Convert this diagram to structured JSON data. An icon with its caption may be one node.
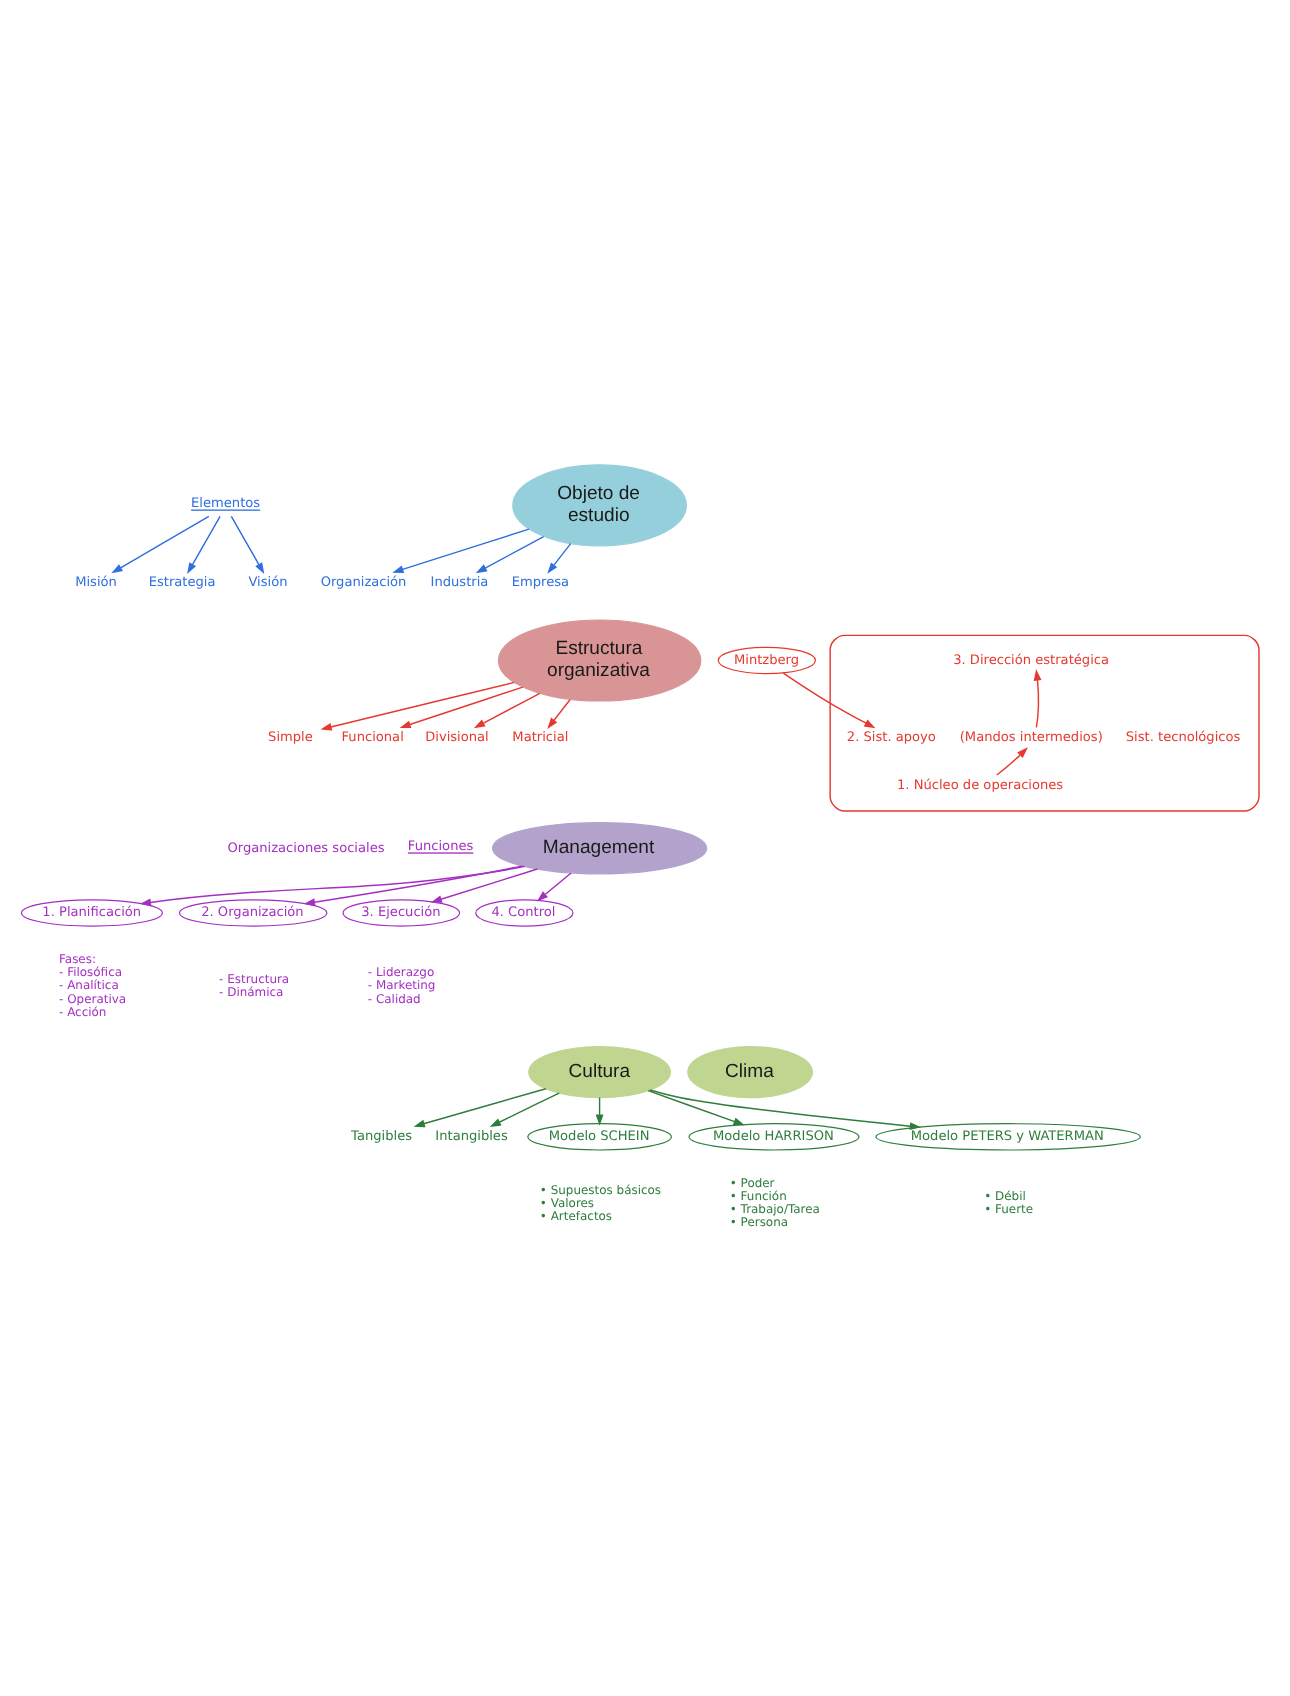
{
  "diagram": {
    "nodes": [
      {
        "text": [
          "Misión"
        ]
      },
      {
        "text": [
          "Estrategia"
        ]
      },
      {
        "text": [
          "Visión"
        ]
      },
      {
        "text": [
          "Elementos"
        ]
      },
      {
        "text": [
          "Objeto de estudio"
        ]
      },
      {
        "text": [
          "Organización"
        ]
      },
      {
        "text": [
          "Industria"
        ]
      },
      {
        "text": [
          "Empresa"
        ]
      },
      {
        "text": [
          "Simple"
        ]
      },
      {
        "text": [
          "Funcional"
        ]
      },
      {
        "text": [
          "Divisional"
        ]
      },
      {
        "text": [
          "Matricial"
        ]
      },
      {
        "text": [
          "Estructura organizativa"
        ]
      },
      {
        "text": [
          "Mintzberg"
        ]
      },
      {
        "text": [],
        "shape": "triangle"
      },
      {
        "text": [
          "3. Dirección estratégica"
        ],
        "in": 14
      },
      {
        "text": [
          "2. Sist. apoyo"
        ],
        "in": 14
      },
      {
        "text": [
          "(Mandos intermedios)"
        ],
        "in": 14
      },
      {
        "text": [
          "Sist. tecnológicos"
        ],
        "in": 14
      },
      {
        "text": [
          "1. Núcleo de operaciones"
        ],
        "in": 14
      },
      {
        "text": [
          "Management"
        ]
      },
      {
        "text": [
          "1. Planificación"
        ],
        "beside": [
          "Fases:",
          "- Filosófica",
          "- Analítica",
          "- Operativa",
          "- Acción"
        ]
      },
      {
        "text": [
          "2. Organización"
        ],
        "beside": [
          "- Estructura",
          "- Dinámica"
        ]
      },
      {
        "text": [
          "3. Ejecución"
        ],
        "beside": [
          "- Liderazgo",
          "- Marketing",
          "- Calidad"
        ]
      },
      {
        "text": [
          "4. Control"
        ]
      },
      {
        "text": [
          "Tangibles"
        ]
      },
      {
        "text": [
          "Intangibles"
        ]
      },
      {
        "text": [
          "Cultura"
        ]
      },
      {
        "text": [
          "Clima"
        ]
      },
      {
        "text": [
          "Modelo SCHEIN"
        ],
        "beside": [
          "• Supuestos básicos",
          "• Valores",
          "• Artefactos"
        ]
      },
      {
        "text": [
          "Modelo HARRISON"
        ],
        "beside": [
          "• Poder",
          "• Función",
          "• Trabajo/Tarea",
          "• Persona"
        ]
      },
      {
        "text": [
          "Modelo PETERS y WATERMAN"
        ],
        "beside": [
          "• Débil",
          "• Fuerte"
        ]
      }
    ],
    "edges": [
      {
        "from": 3,
        "to": 0,
        "arrow": "to",
        "color": "#2f6fde"
      },
      {
        "from": 3,
        "to": 1,
        "arrow": "to",
        "color": "#2f6fde"
      },
      {
        "from": 3,
        "to": 2,
        "arrow": "to",
        "color": "#2f6fde"
      },
      {
        "from": 4,
        "to": 5,
        "arrow": "to",
        "color": "#2f6fde"
      },
      {
        "from": 4,
        "to": 6,
        "arrow": "to",
        "color": "#2f6fde"
      },
      {
        "from": 4,
        "to": 7,
        "arrow": "to",
        "color": "#2f6fde"
      },
      {
        "from": 12,
        "to": 8,
        "arrow": "to"
      },
      {
        "from": 12,
        "to": 9,
        "arrow": "to"
      },
      {
        "from": 12,
        "to": 10,
        "arrow": "to"
      },
      {
        "from": 12,
        "to": 11,
        "arrow": "to"
      },
      {
        "from": 13,
        "to": 16,
        "arrow": "to"
      },
      {
        "from": 19,
        "to": 17,
        "arrow": "to"
      },
      {
        "from": 17,
        "to": 15,
        "arrow": "to"
      },
      {
        "from": 20,
        "to": 21,
        "arrow": "to",
        "color": "#a42fc2"
      },
      {
        "from": 20,
        "to": 22,
        "arrow": "to",
        "color": "#a42fc2"
      },
      {
        "from": 20,
        "to": 23,
        "arrow": "to",
        "color": "#a42fc2"
      },
      {
        "from": 20,
        "to": 24,
        "arrow": "to",
        "color": "#a42fc2"
      },
      {
        "from": 27,
        "to": 25,
        "arrow": "to",
        "color": "#2e7d3c"
      },
      {
        "from": 27,
        "to": 26,
        "arrow": "to",
        "color": "#2e7d3c"
      },
      {
        "from": 27,
        "to": 29,
        "arrow": "to",
        "color": "#2e7d3c"
      },
      {
        "from": 27,
        "to": 30,
        "arrow": "to",
        "color": "#2e7d3c"
      },
      {
        "from": 27,
        "to": 31,
        "arrow": "to",
        "color": "#2e7d3c"
      }
    ],
    "labels": [
      "Organizaciones sociales",
      "Funciones"
    ]
  }
}
